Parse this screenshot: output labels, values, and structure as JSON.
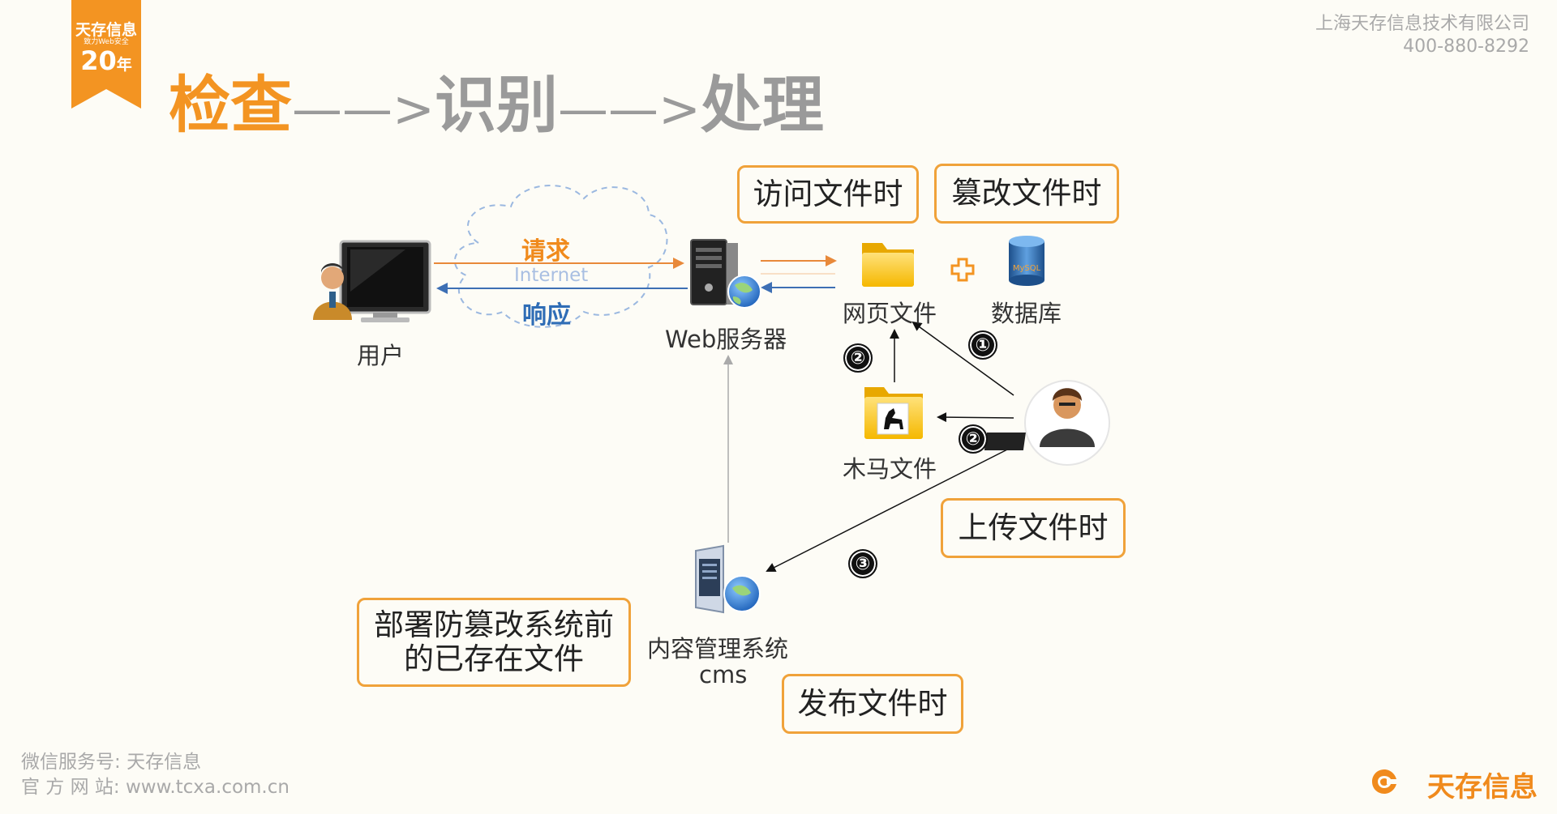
{
  "badge": {
    "brand": "天存信息",
    "tagline": "致力Web安全",
    "years": "20",
    "years_unit": "年"
  },
  "company": {
    "name": "上海天存信息技术有限公司",
    "phone": "400-880-8292"
  },
  "title": {
    "check": "检查",
    "arrow1": "——>",
    "identify": "识别",
    "arrow2": "——>",
    "handle": "处理"
  },
  "nodes": {
    "user": "用户",
    "web_server": "Web服务器",
    "web_file": "网页文件",
    "database": "数据库",
    "trojan_file": "木马文件",
    "cms_line1": "内容管理系统",
    "cms_line2": "cms",
    "mysql": "MySQL"
  },
  "internet": {
    "request": "请求",
    "internet": "Internet",
    "response": "响应"
  },
  "callouts": {
    "access": "访问文件时",
    "tamper": "篡改文件时",
    "upload": "上传文件时",
    "publish": "发布文件时",
    "existing_line1": "部署防篡改系统前",
    "existing_line2": "的已存在文件"
  },
  "steps": {
    "one": "①",
    "two": "②",
    "three": "③"
  },
  "footer": {
    "wechat_label": "微信服务号:",
    "wechat_value": "天存信息",
    "site_label": "官 方 网 站:",
    "site_value": "www.tcxa.com.cn"
  },
  "logo": "天存信息",
  "colors": {
    "accent": "#f39422",
    "request_arrow": "#e8893a",
    "response_arrow": "#3d6fb4",
    "box_border": "#f0a23a"
  }
}
